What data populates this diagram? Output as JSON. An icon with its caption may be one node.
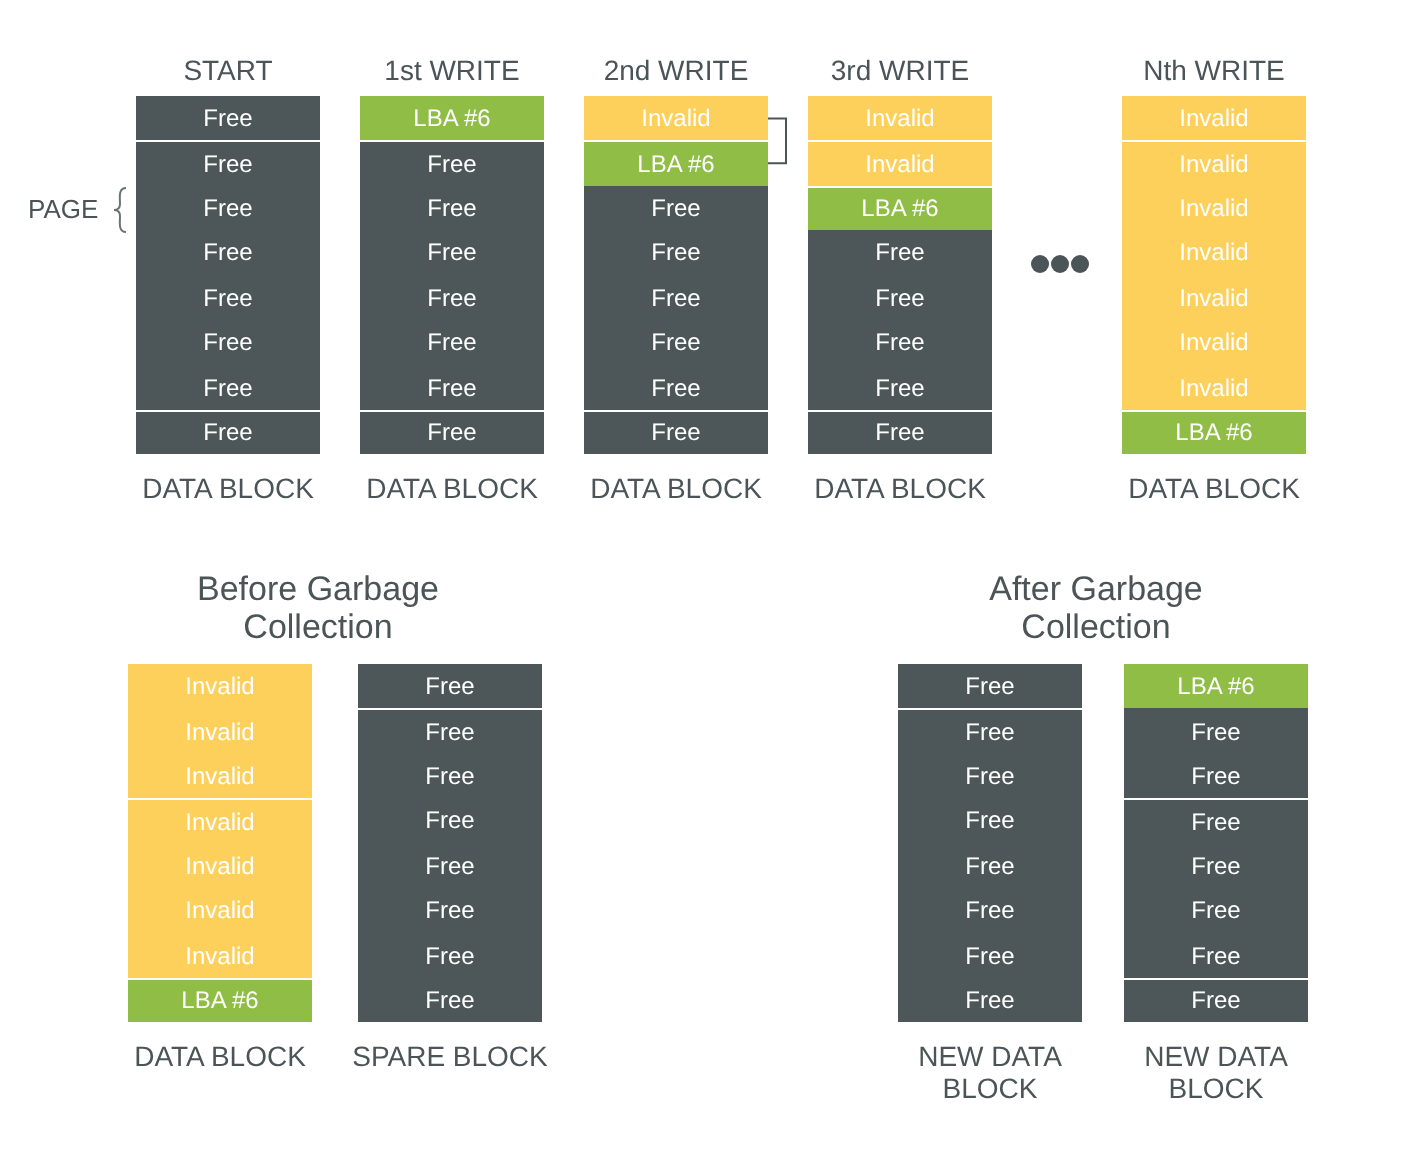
{
  "diagram": {
    "nodes": [
      {
        "text": [
          "START",
          "DATA BLOCK"
        ]
      },
      {
        "text": [
          "Free"
        ],
        "in": 0
      },
      {
        "text": [
          "Free"
        ],
        "in": 0
      },
      {
        "text": [
          "Free"
        ],
        "in": 0
      },
      {
        "text": [
          "Free"
        ],
        "in": 0
      },
      {
        "text": [
          "Free"
        ],
        "in": 0
      },
      {
        "text": [
          "Free"
        ],
        "in": 0
      },
      {
        "text": [
          "Free"
        ],
        "in": 0
      },
      {
        "text": [
          "Free"
        ],
        "in": 0
      },
      {
        "text": [
          "1st WRITE",
          "DATA BLOCK"
        ]
      },
      {
        "text": [
          "LBA #6"
        ],
        "in": 9
      },
      {
        "text": [
          "Free"
        ],
        "in": 9
      },
      {
        "text": [
          "Free"
        ],
        "in": 9
      },
      {
        "text": [
          "Free"
        ],
        "in": 9
      },
      {
        "text": [
          "Free"
        ],
        "in": 9
      },
      {
        "text": [
          "Free"
        ],
        "in": 9
      },
      {
        "text": [
          "Free"
        ],
        "in": 9
      },
      {
        "text": [
          "Free"
        ],
        "in": 9
      },
      {
        "text": [
          "2nd WRITE",
          "DATA BLOCK"
        ]
      },
      {
        "text": [
          "Invalid"
        ],
        "in": 18
      },
      {
        "text": [
          "LBA #6"
        ],
        "in": 18
      },
      {
        "text": [
          "Free"
        ],
        "in": 18
      },
      {
        "text": [
          "Free"
        ],
        "in": 18
      },
      {
        "text": [
          "Free"
        ],
        "in": 18
      },
      {
        "text": [
          "Free"
        ],
        "in": 18
      },
      {
        "text": [
          "Free"
        ],
        "in": 18
      },
      {
        "text": [
          "Free"
        ],
        "in": 18
      },
      {
        "text": [
          "3rd WRITE",
          "DATA BLOCK"
        ]
      },
      {
        "text": [
          "Invalid"
        ],
        "in": 27
      },
      {
        "text": [
          "Invalid"
        ],
        "in": 27
      },
      {
        "text": [
          "LBA #6"
        ],
        "in": 27
      },
      {
        "text": [
          "Free"
        ],
        "in": 27
      },
      {
        "text": [
          "Free"
        ],
        "in": 27
      },
      {
        "text": [
          "Free"
        ],
        "in": 27
      },
      {
        "text": [
          "Free"
        ],
        "in": 27
      },
      {
        "text": [
          "Free"
        ],
        "in": 27
      },
      {
        "text": [
          "Nth WRITE",
          "DATA BLOCK"
        ]
      },
      {
        "text": [
          "Invalid"
        ],
        "in": 36
      },
      {
        "text": [
          "Invalid"
        ],
        "in": 36
      },
      {
        "text": [
          "Invalid"
        ],
        "in": 36
      },
      {
        "text": [
          "Invalid"
        ],
        "in": 36
      },
      {
        "text": [
          "Invalid"
        ],
        "in": 36
      },
      {
        "text": [
          "Invalid"
        ],
        "in": 36
      },
      {
        "text": [
          "Invalid"
        ],
        "in": 36
      },
      {
        "text": [
          "LBA #6"
        ],
        "in": 36
      },
      {
        "text": [
          "DATA BLOCK"
        ]
      },
      {
        "text": [
          "Invalid"
        ],
        "in": 45
      },
      {
        "text": [
          "Invalid"
        ],
        "in": 45
      },
      {
        "text": [
          "Invalid"
        ],
        "in": 45
      },
      {
        "text": [
          "Invalid"
        ],
        "in": 45
      },
      {
        "text": [
          "Invalid"
        ],
        "in": 45
      },
      {
        "text": [
          "Invalid"
        ],
        "in": 45
      },
      {
        "text": [
          "Invalid"
        ],
        "in": 45
      },
      {
        "text": [
          "LBA #6"
        ],
        "in": 45
      },
      {
        "text": [
          "SPARE BLOCK"
        ]
      },
      {
        "text": [
          "Free"
        ],
        "in": 54
      },
      {
        "text": [
          "Free"
        ],
        "in": 54
      },
      {
        "text": [
          "Free"
        ],
        "in": 54
      },
      {
        "text": [
          "Free"
        ],
        "in": 54
      },
      {
        "text": [
          "Free"
        ],
        "in": 54
      },
      {
        "text": [
          "Free"
        ],
        "in": 54
      },
      {
        "text": [
          "Free"
        ],
        "in": 54
      },
      {
        "text": [
          "Free"
        ],
        "in": 54
      },
      {
        "text": [
          "NEW DATA BLOCK"
        ]
      },
      {
        "text": [
          "Free"
        ],
        "in": 63
      },
      {
        "text": [
          "Free"
        ],
        "in": 63
      },
      {
        "text": [
          "Free"
        ],
        "in": 63
      },
      {
        "text": [
          "Free"
        ],
        "in": 63
      },
      {
        "text": [
          "Free"
        ],
        "in": 63
      },
      {
        "text": [
          "Free"
        ],
        "in": 63
      },
      {
        "text": [
          "Free"
        ],
        "in": 63
      },
      {
        "text": [
          "Free"
        ],
        "in": 63
      },
      {
        "text": [
          "NEW DATA BLOCK"
        ]
      },
      {
        "text": [
          "LBA #6"
        ],
        "in": 72
      },
      {
        "text": [
          "Free"
        ],
        "in": 72
      },
      {
        "text": [
          "Free"
        ],
        "in": 72
      },
      {
        "text": [
          "Free"
        ],
        "in": 72
      },
      {
        "text": [
          "Free"
        ],
        "in": 72
      },
      {
        "text": [
          "Free"
        ],
        "in": 72
      },
      {
        "text": [
          "Free"
        ],
        "in": 72
      },
      {
        "text": [
          "Free"
        ],
        "in": 72
      }
    ],
    "edges": [
      {
        "from": 19,
        "to": 20,
        "arrow": "none"
      }
    ],
    "labels": [
      "PAGE",
      "Before Garbage Collection",
      "After Garbage Collection"
    ]
  }
}
